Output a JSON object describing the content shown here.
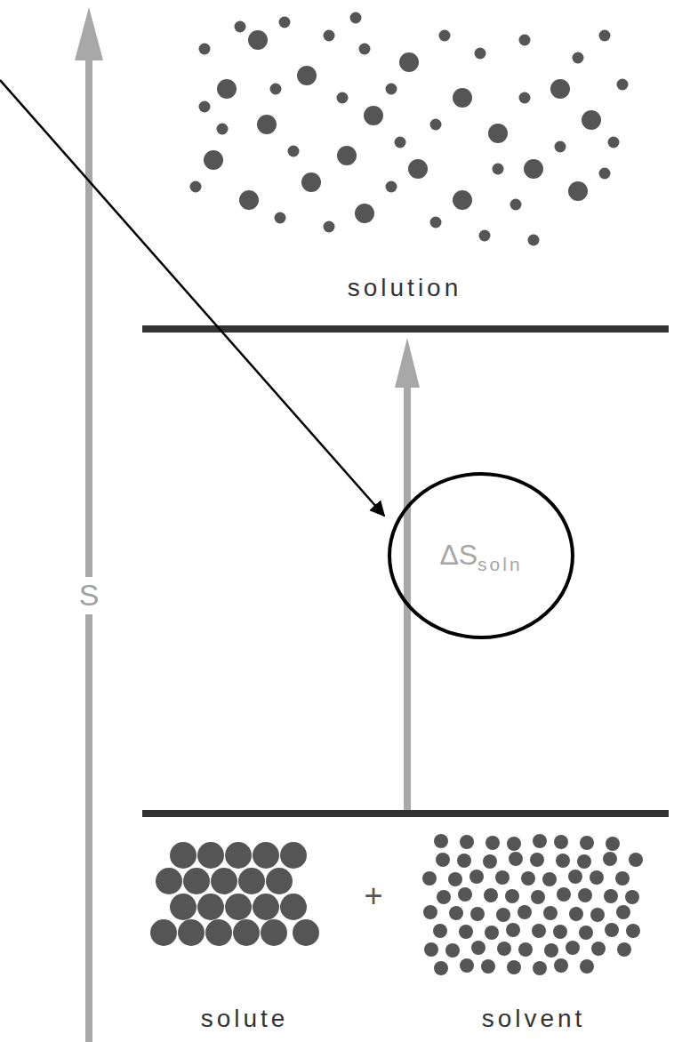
{
  "diagram": {
    "nodes": [
      {
        "text": [
          "ΔS",
          "soln"
        ]
      }
    ],
    "labels": [
      "S",
      "solution",
      "+",
      "solute",
      "solvent"
    ]
  }
}
